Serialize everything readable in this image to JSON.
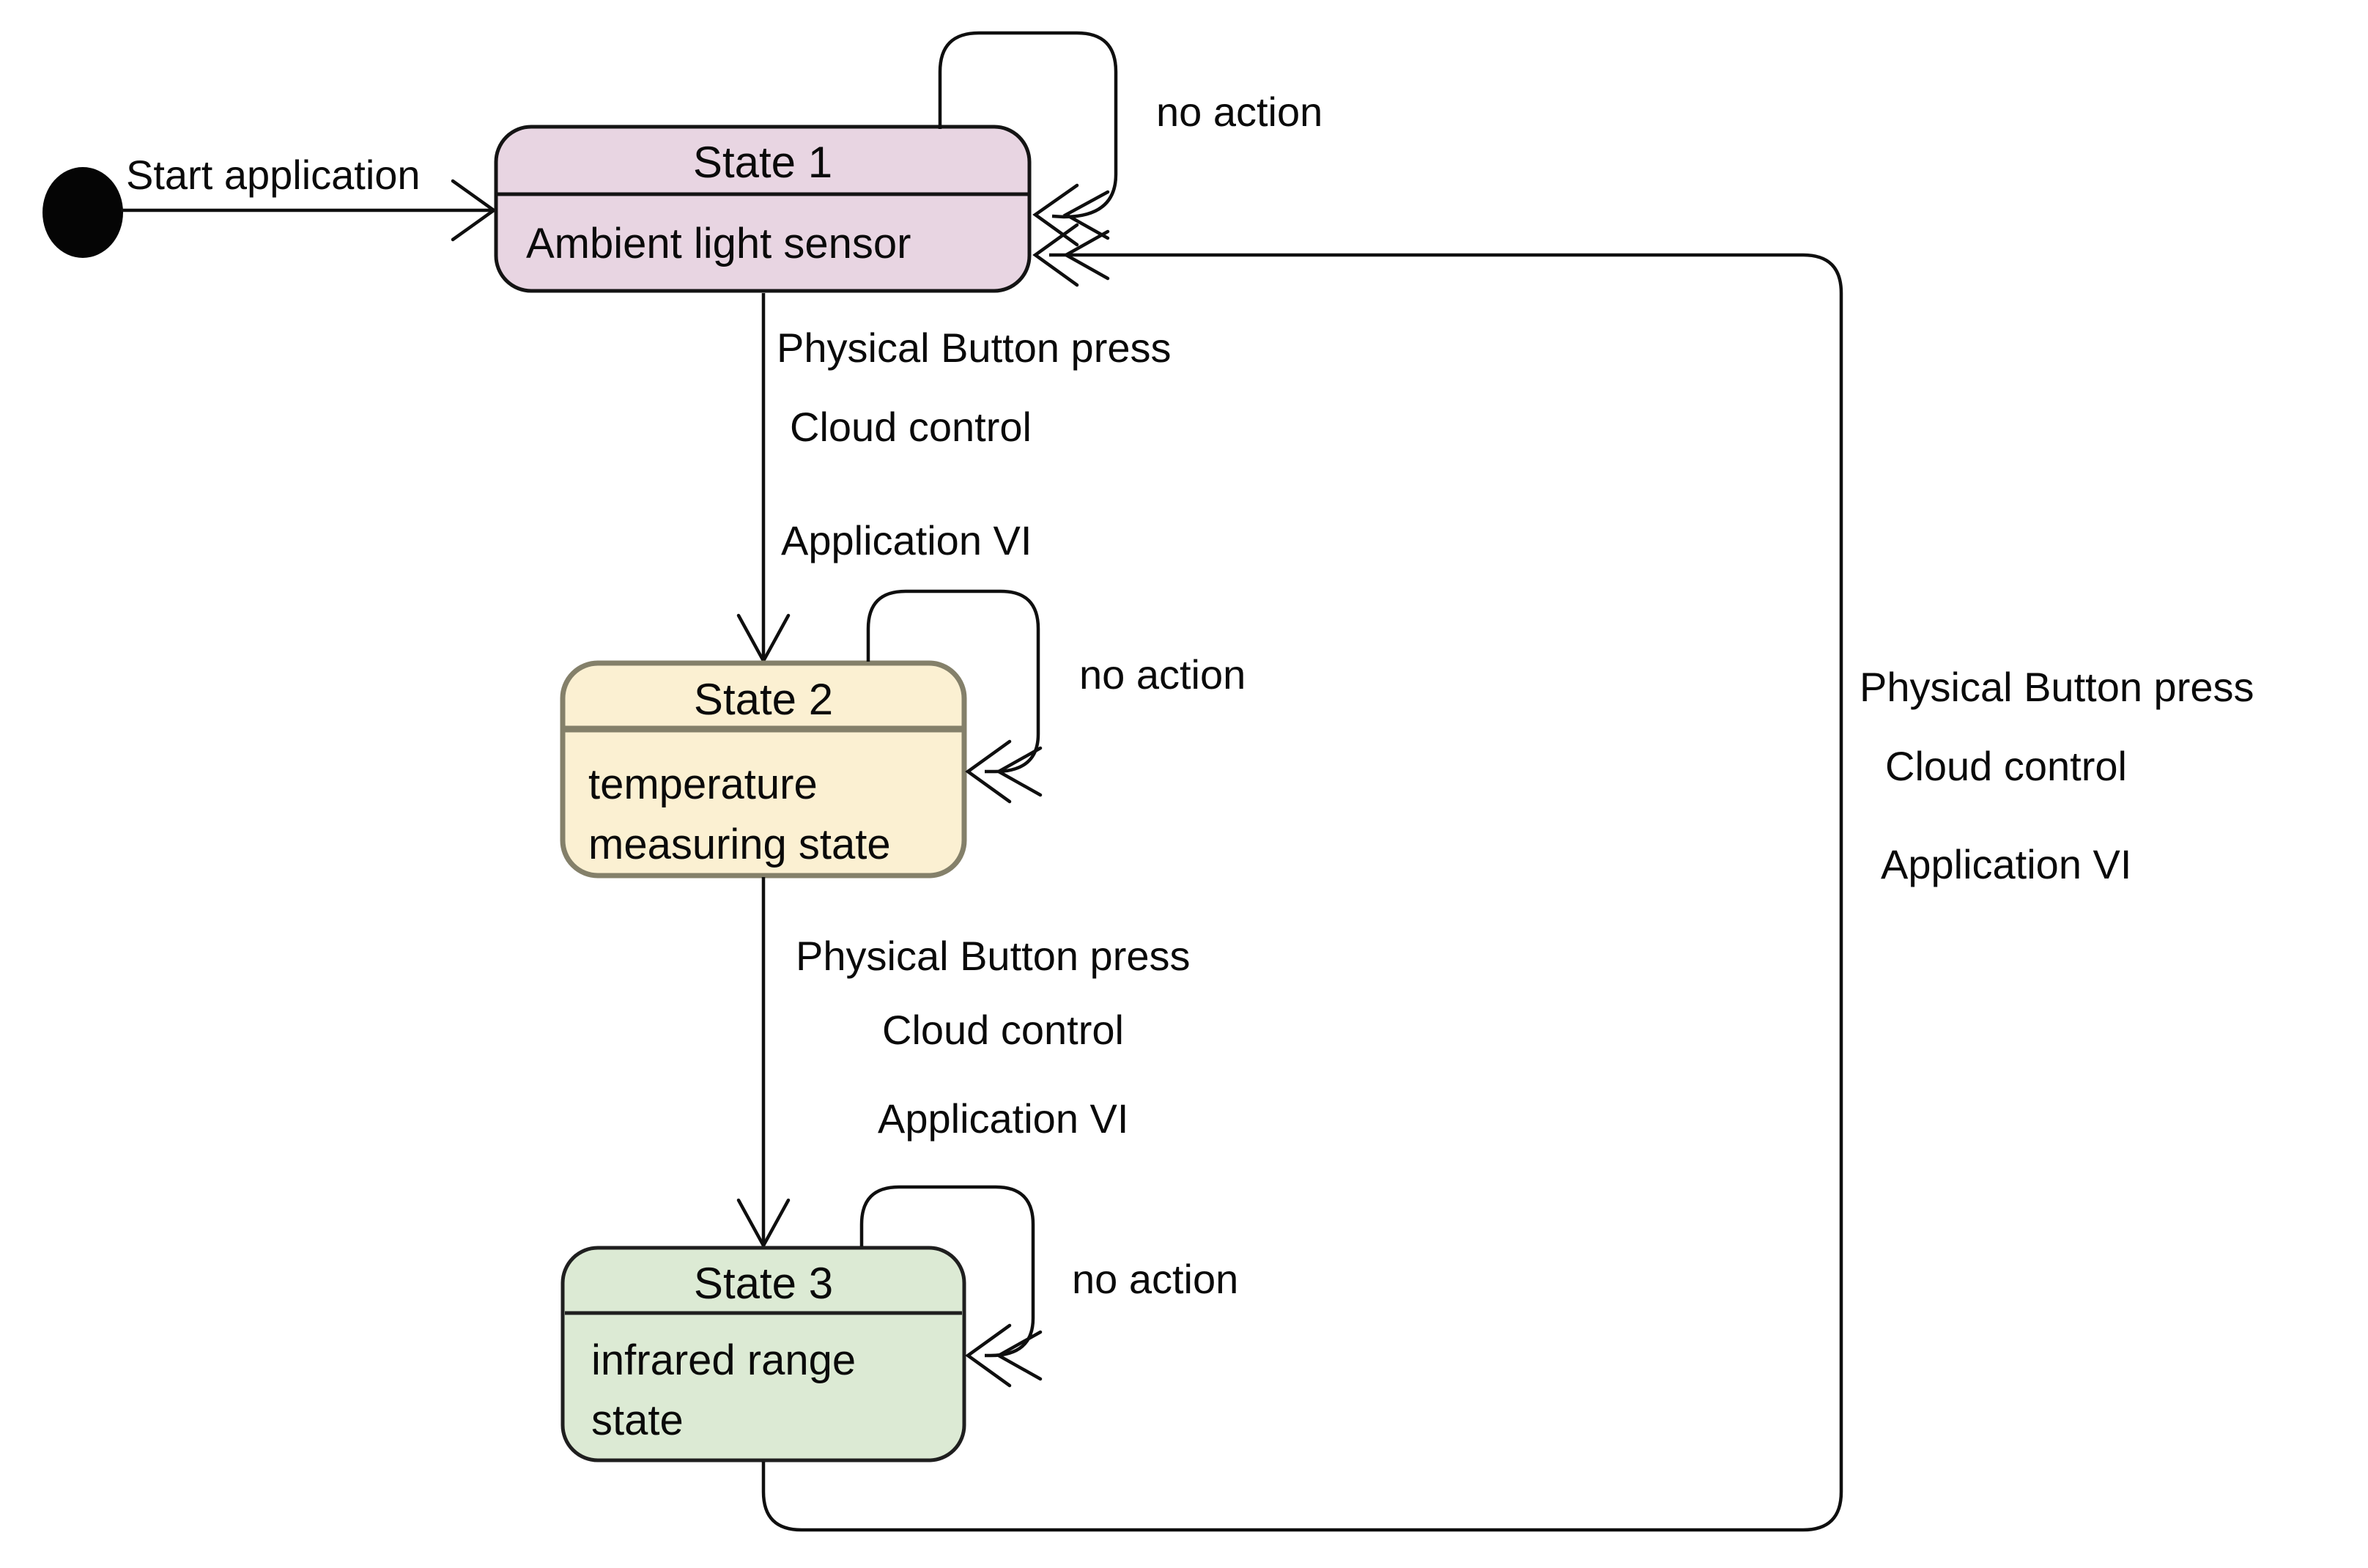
{
  "diagram": {
    "background": "#ffffff",
    "line_color": "#0f0f0f",
    "start": {
      "label": "Start application"
    },
    "states": [
      {
        "title": "State 1",
        "body_line1": "Ambient light sensor",
        "body_line2": "",
        "fill": "#e8d5e2",
        "stroke": "#141414"
      },
      {
        "title": "State 2",
        "body_line1": "temperature",
        "body_line2": "measuring state",
        "fill": "#fbf0d2",
        "stroke": "#84806a"
      },
      {
        "title": "State 3",
        "body_line1": "infrared range",
        "body_line2": "state",
        "fill": "#dcead4",
        "stroke": "#1f1f1f"
      }
    ],
    "self_loops": [
      {
        "label": "no action"
      },
      {
        "label": "no action"
      },
      {
        "label": "no action"
      }
    ],
    "transitions": {
      "state1_to_state2": {
        "line1": "Physical Button press",
        "line2": "Cloud control",
        "line3": "Application VI"
      },
      "state2_to_state3": {
        "line1": "Physical Button press",
        "line2": "Cloud control",
        "line3": "Application VI"
      },
      "state3_to_state1": {
        "line1": "Physical Button press",
        "line2": "Cloud control",
        "line3": "Application VI"
      }
    }
  }
}
